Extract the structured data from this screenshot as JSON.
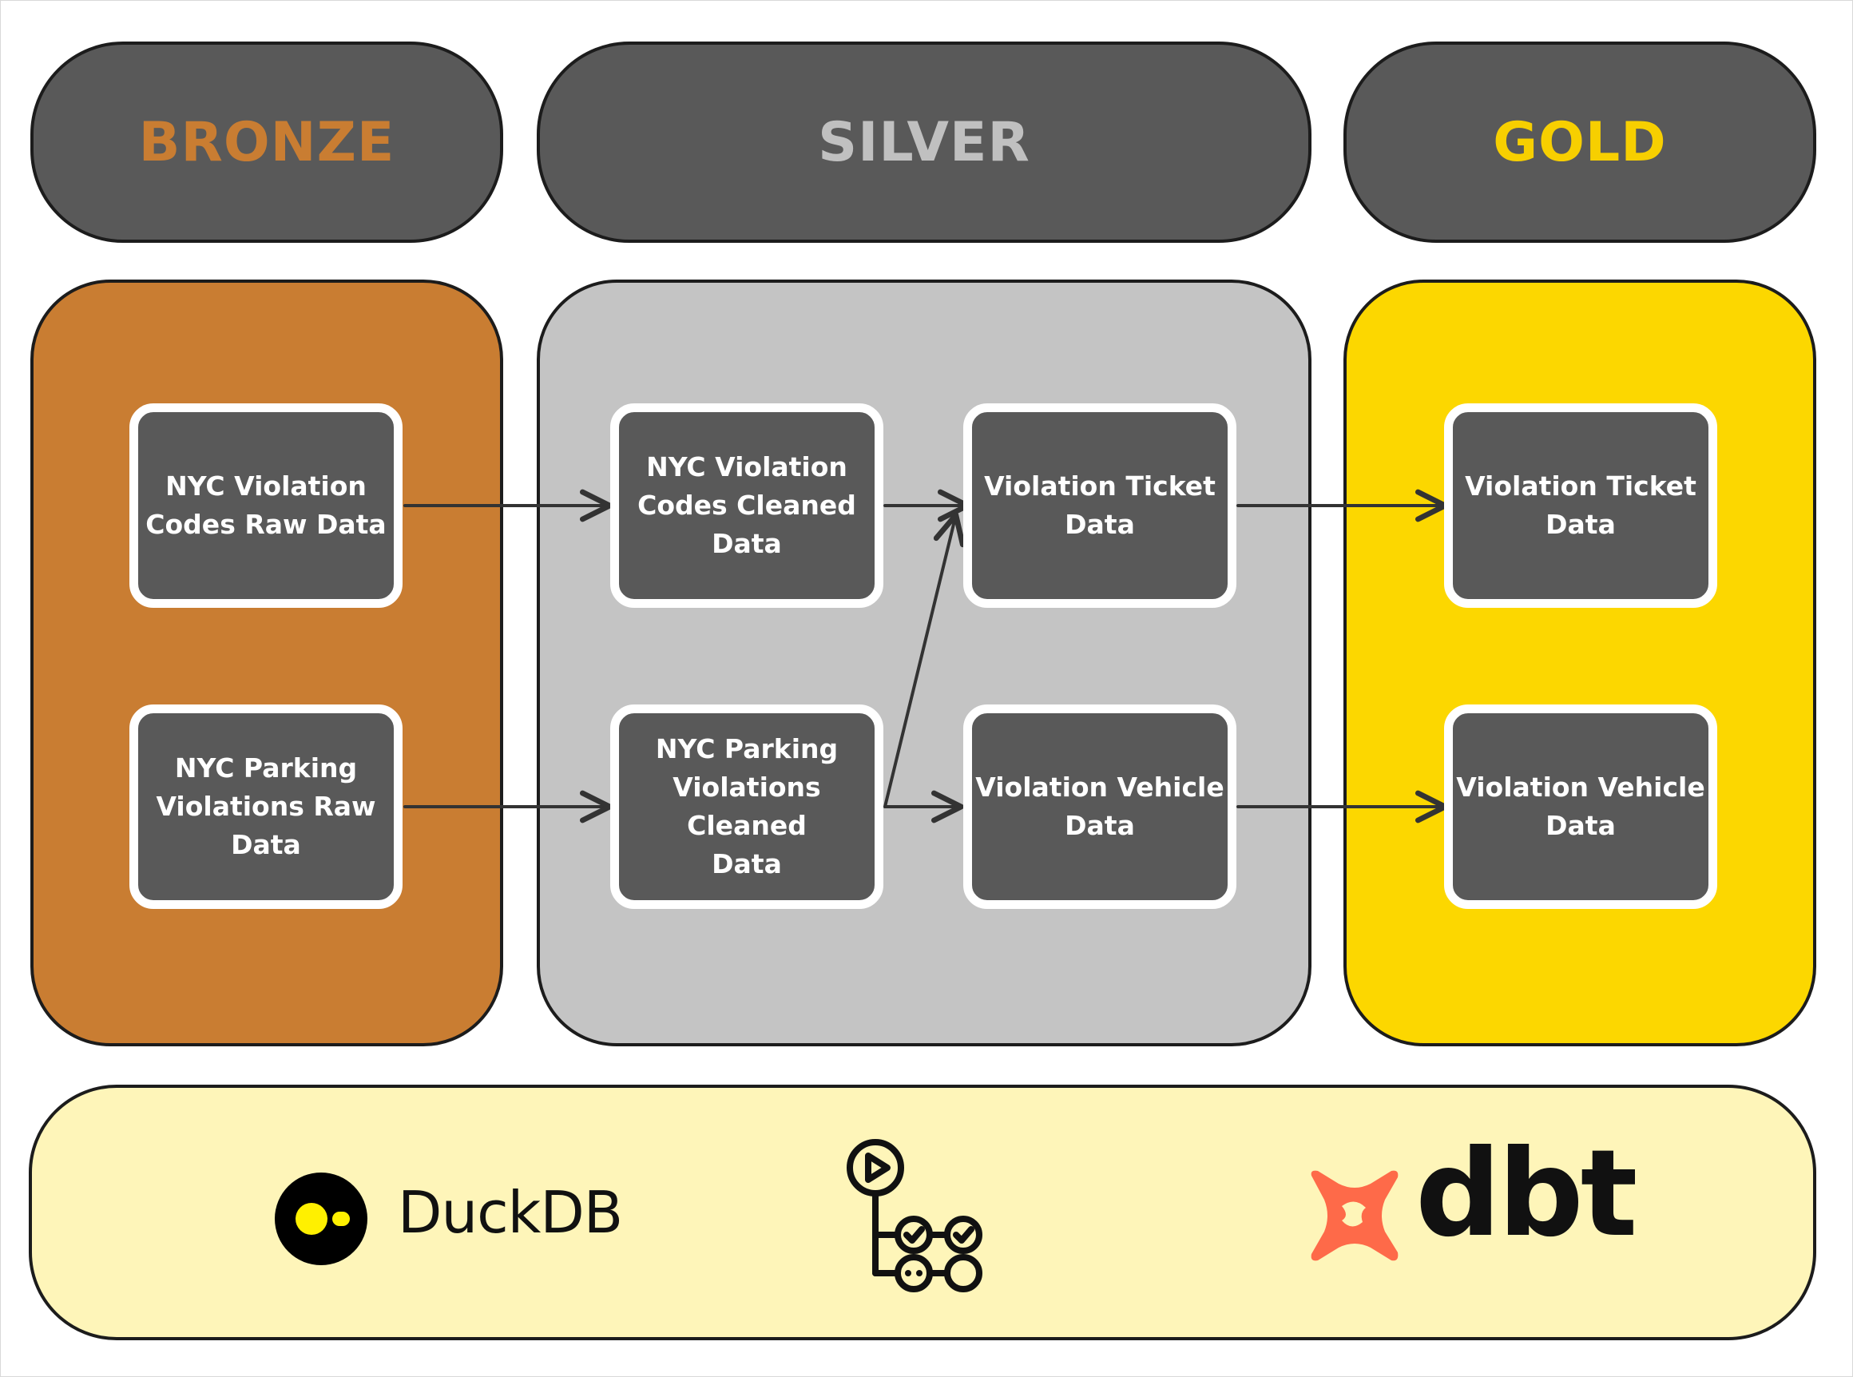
{
  "tiers": {
    "bronze": {
      "title": "BRONZE",
      "title_color": "#c97d32",
      "panel_color": "#c97d32"
    },
    "silver": {
      "title": "SILVER",
      "title_color": "#c0c0c0",
      "panel_color": "#c4c4c4"
    },
    "gold": {
      "title": "GOLD",
      "title_color": "#f7cf00",
      "panel_color": "#fcd700"
    }
  },
  "nodes": {
    "bronze_codes": "NYC Violation\nCodes Raw Data",
    "bronze_violations": "NYC Parking\nViolations Raw\nData",
    "silver_codes": "NYC Violation\nCodes Cleaned\nData",
    "silver_violations": "NYC Parking\nViolations Cleaned\nData",
    "silver_ticket": "Violation Ticket\nData",
    "silver_vehicle": "Violation Vehicle\nData",
    "gold_ticket": "Violation Ticket\nData",
    "gold_vehicle": "Violation Vehicle\nData"
  },
  "edges": [
    {
      "from": "bronze_codes",
      "to": "silver_codes"
    },
    {
      "from": "bronze_violations",
      "to": "silver_violations"
    },
    {
      "from": "silver_codes",
      "to": "silver_ticket"
    },
    {
      "from": "silver_violations",
      "to": "silver_ticket"
    },
    {
      "from": "silver_violations",
      "to": "silver_vehicle"
    },
    {
      "from": "silver_ticket",
      "to": "gold_ticket"
    },
    {
      "from": "silver_vehicle",
      "to": "gold_vehicle"
    }
  ],
  "tools": {
    "duckdb": {
      "label": "DuckDB",
      "logo_color": "#fff000",
      "icon": "duckdb-logo-icon"
    },
    "actions": {
      "icon": "workflow-actions-icon"
    },
    "dbt": {
      "label": "dbt",
      "logo_color": "#fe6a49",
      "icon": "dbt-logo-icon"
    }
  }
}
